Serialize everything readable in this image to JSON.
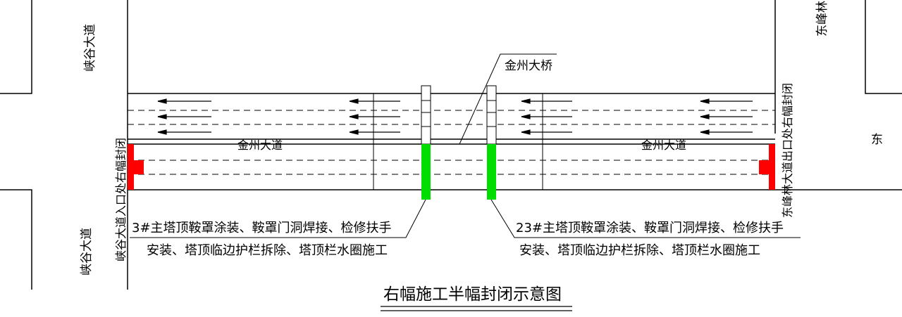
{
  "title": "右幅施工半幅封闭示意图",
  "bridge_label": "金州大桥",
  "road_label_left": "金州大道",
  "road_label_right": "金州大道",
  "cross_road_left_top": "峡谷大道",
  "cross_road_left_bottom": "峡谷大道",
  "cross_road_right_top": "东峰林",
  "cross_road_right_mid": "东",
  "closure_left": "峡谷大道入口处右幅封闭",
  "closure_right": "东峰林大道出口处右幅封闭",
  "note_left": {
    "line1": "3#主塔顶鞍罩涂装、鞍罩门洞焊接、检修扶手",
    "line2": "安装、塔顶临边护栏拆除、塔顶栏水圈施工"
  },
  "note_right": {
    "line1": "23#主塔顶鞍罩涂装、鞍罩门洞焊接、检修扶手",
    "line2": "安装、塔顶临边护栏拆除、塔顶栏水圈施工"
  },
  "colors": {
    "closure_red": "#ff0000",
    "tower_green": "#00dd00",
    "line": "#000000"
  }
}
